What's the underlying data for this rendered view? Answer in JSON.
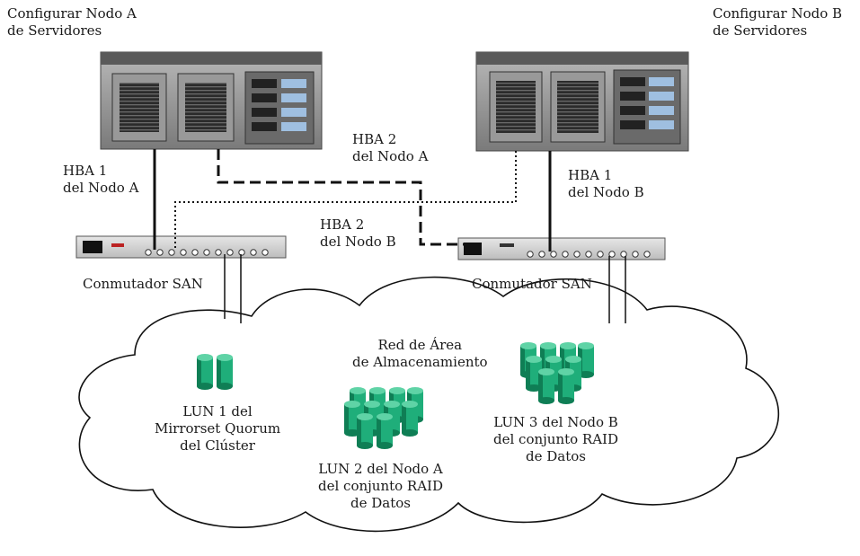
{
  "server_a": {
    "line1": "Configurar Nodo A",
    "line2": "de Servidores"
  },
  "server_b": {
    "line1": "Configurar Nodo B",
    "line2": "de Servidores"
  },
  "hba1_a": {
    "line1": "HBA 1",
    "line2": "del Nodo A"
  },
  "hba2_a": {
    "line1": "HBA 2",
    "line2": "del Nodo A"
  },
  "hba2_b": {
    "line1": "HBA 2",
    "line2": "del Nodo B"
  },
  "hba1_b": {
    "line1": "HBA 1",
    "line2": "del Nodo B"
  },
  "switch_a": "Conmutador SAN",
  "switch_b": "Conmutador SAN",
  "san": {
    "line1": "Red de Área",
    "line2": "de Almacenamiento"
  },
  "lun1": {
    "line1": "LUN 1 del",
    "line2": "Mirrorset Quorum",
    "line3": "del Clúster"
  },
  "lun2": {
    "line1": "LUN 2 del Nodo A",
    "line2": "del conjunto RAID",
    "line3": "de Datos"
  },
  "lun3": {
    "line1": "LUN 3 del Nodo B",
    "line2": "del conjunto RAID",
    "line3": "de Datos"
  },
  "colors": {
    "disk": "#1fae7a",
    "disk_dark": "#0f7e55",
    "server": "#8c8c8c",
    "cable": "#111111"
  }
}
